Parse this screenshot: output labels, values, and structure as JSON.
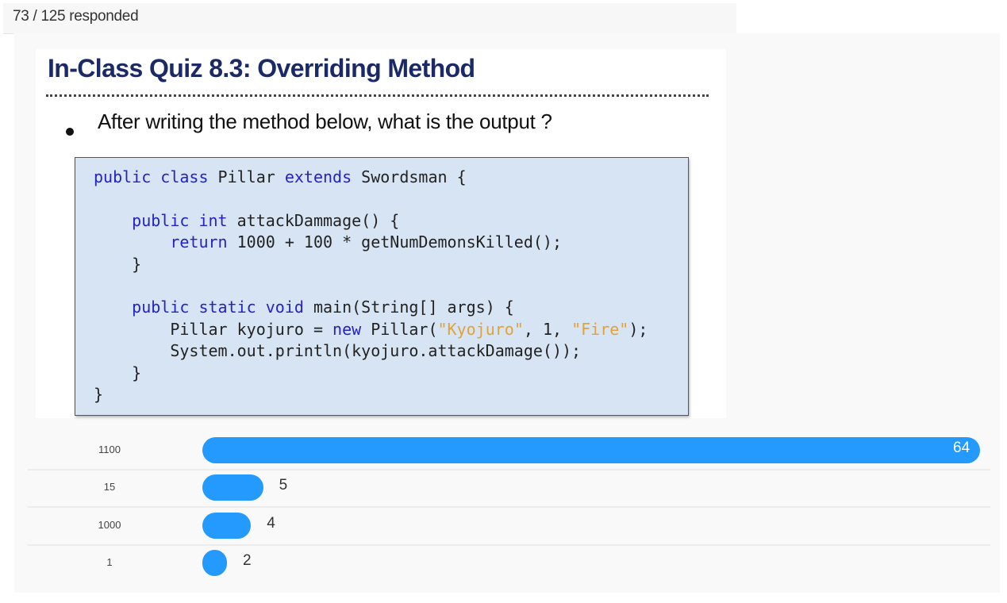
{
  "header": {
    "responded": "73 / 125 responded"
  },
  "slide": {
    "title": "In-Class Quiz 8.3:  Overriding Method",
    "question": "After writing the method below,  what is the output ?",
    "code_lines": [
      [
        {
          "t": "public class",
          "c": "kw"
        },
        {
          "t": " Pillar "
        },
        {
          "t": "extends",
          "c": "kw"
        },
        {
          "t": " Swordsman {"
        }
      ],
      [
        {
          "t": "    "
        },
        {
          "t": "public int",
          "c": "kw"
        },
        {
          "t": " attackDammage() {"
        }
      ],
      [
        {
          "t": "        "
        },
        {
          "t": "return",
          "c": "kw"
        },
        {
          "t": " 1000 + 100 * getNumDemonsKilled();"
        }
      ],
      [
        {
          "t": "    }"
        }
      ],
      [
        {
          "t": "    "
        },
        {
          "t": "public static void",
          "c": "kw"
        },
        {
          "t": " main(String[] args) {"
        }
      ],
      [
        {
          "t": "        Pillar kyojuro = "
        },
        {
          "t": "new",
          "c": "kw"
        },
        {
          "t": " Pillar("
        },
        {
          "t": "\"Kyojuro\"",
          "c": "str"
        },
        {
          "t": ", 1, "
        },
        {
          "t": "\"Fire\"",
          "c": "str"
        },
        {
          "t": ");"
        }
      ],
      [
        {
          "t": "        System.out.println(kyojuro.attackDamage());"
        }
      ],
      [
        {
          "t": "    }"
        }
      ],
      [
        {
          "t": "}"
        }
      ]
    ]
  },
  "chart_data": {
    "type": "bar",
    "orientation": "horizontal",
    "categories": [
      "1100",
      "15",
      "1000",
      "1"
    ],
    "values": [
      64,
      5,
      4,
      2
    ],
    "color": "#2499fe"
  }
}
